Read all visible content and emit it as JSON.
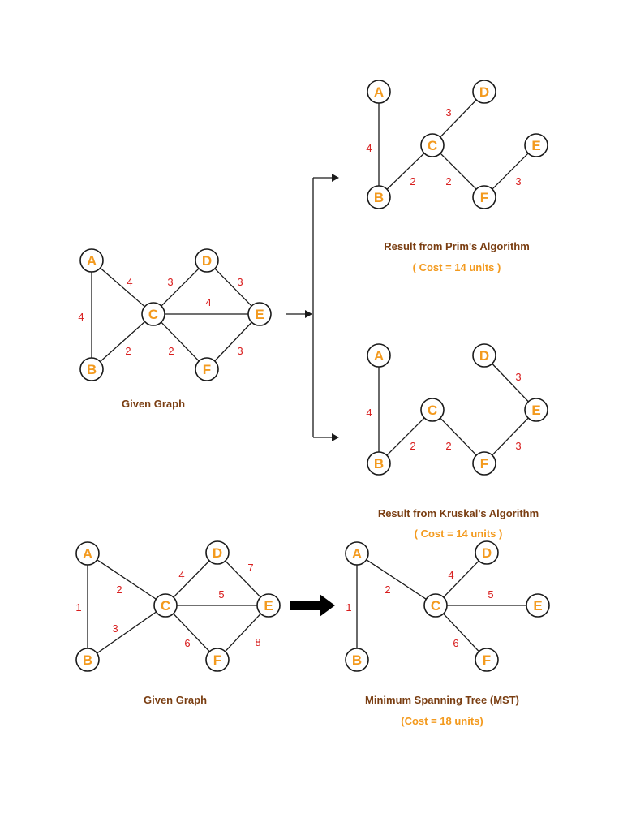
{
  "diagram1": {
    "given": {
      "caption": "Given Graph",
      "nodes": [
        "A",
        "B",
        "C",
        "D",
        "E",
        "F"
      ],
      "edges": [
        {
          "from": "A",
          "to": "B",
          "weight": "4"
        },
        {
          "from": "A",
          "to": "C",
          "weight": "4"
        },
        {
          "from": "B",
          "to": "C",
          "weight": "2"
        },
        {
          "from": "C",
          "to": "D",
          "weight": "3"
        },
        {
          "from": "C",
          "to": "E",
          "weight": "4"
        },
        {
          "from": "C",
          "to": "F",
          "weight": "2"
        },
        {
          "from": "D",
          "to": "E",
          "weight": "3"
        },
        {
          "from": "E",
          "to": "F",
          "weight": "3"
        }
      ]
    },
    "prim": {
      "caption": "Result from Prim's Algorithm",
      "cost": "( Cost = 14 units )",
      "nodes": [
        "A",
        "B",
        "C",
        "D",
        "E",
        "F"
      ],
      "edges": [
        {
          "from": "A",
          "to": "B",
          "weight": "4"
        },
        {
          "from": "B",
          "to": "C",
          "weight": "2"
        },
        {
          "from": "C",
          "to": "D",
          "weight": "3"
        },
        {
          "from": "C",
          "to": "F",
          "weight": "2"
        },
        {
          "from": "F",
          "to": "E",
          "weight": "3"
        }
      ]
    },
    "kruskal": {
      "caption": "Result from Kruskal's Algorithm",
      "cost": "( Cost = 14 units )",
      "nodes": [
        "A",
        "B",
        "C",
        "D",
        "E",
        "F"
      ],
      "edges": [
        {
          "from": "A",
          "to": "B",
          "weight": "4"
        },
        {
          "from": "B",
          "to": "C",
          "weight": "2"
        },
        {
          "from": "C",
          "to": "F",
          "weight": "2"
        },
        {
          "from": "F",
          "to": "E",
          "weight": "3"
        },
        {
          "from": "E",
          "to": "D",
          "weight": "3"
        }
      ]
    }
  },
  "diagram2": {
    "given": {
      "caption": "Given Graph",
      "nodes": [
        "A",
        "B",
        "C",
        "D",
        "E",
        "F"
      ],
      "edges": [
        {
          "from": "A",
          "to": "B",
          "weight": "1"
        },
        {
          "from": "A",
          "to": "C",
          "weight": "2"
        },
        {
          "from": "B",
          "to": "C",
          "weight": "3"
        },
        {
          "from": "C",
          "to": "D",
          "weight": "4"
        },
        {
          "from": "C",
          "to": "E",
          "weight": "5"
        },
        {
          "from": "C",
          "to": "F",
          "weight": "6"
        },
        {
          "from": "D",
          "to": "E",
          "weight": "7"
        },
        {
          "from": "E",
          "to": "F",
          "weight": "8"
        }
      ]
    },
    "mst": {
      "caption": "Minimum Spanning Tree (MST)",
      "cost": "(Cost = 18 units)",
      "nodes": [
        "A",
        "B",
        "C",
        "D",
        "E",
        "F"
      ],
      "edges": [
        {
          "from": "A",
          "to": "B",
          "weight": "1"
        },
        {
          "from": "A",
          "to": "C",
          "weight": "2"
        },
        {
          "from": "C",
          "to": "D",
          "weight": "4"
        },
        {
          "from": "C",
          "to": "E",
          "weight": "5"
        },
        {
          "from": "C",
          "to": "F",
          "weight": "6"
        }
      ]
    }
  },
  "colors": {
    "node_label": "#f39a1e",
    "edge_weight": "#d81d1d",
    "caption": "#7a3e12",
    "cost": "#f39a1e",
    "stroke": "#1a1a1a"
  }
}
